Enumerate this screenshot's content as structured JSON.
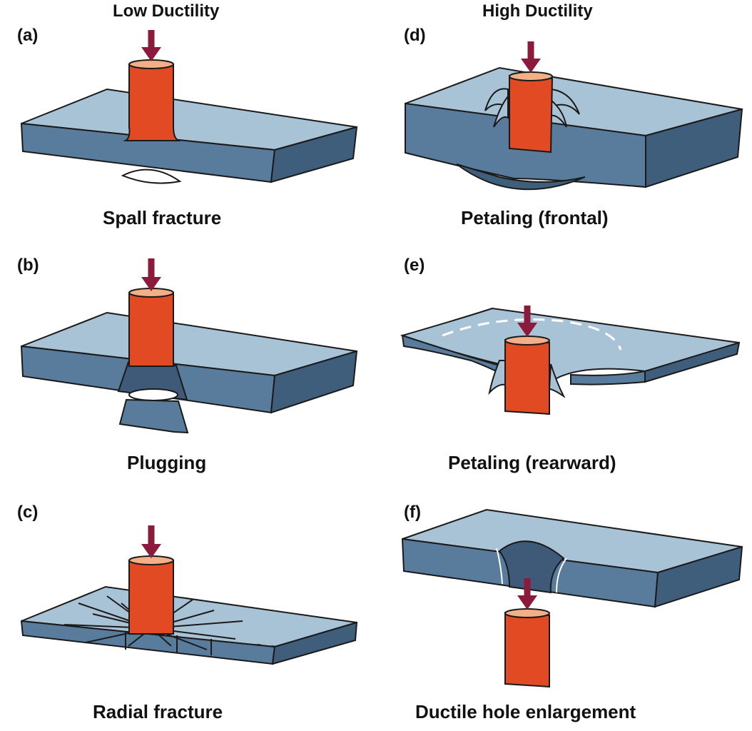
{
  "columns": {
    "left_heading": "Low Ductility",
    "right_heading": "High Ductility"
  },
  "panels": [
    {
      "label": "(a)",
      "caption": "Spall fracture"
    },
    {
      "label": "(b)",
      "caption": "Plugging"
    },
    {
      "label": "(c)",
      "caption": "Radial fracture"
    },
    {
      "label": "(d)",
      "caption": "Petaling (frontal)"
    },
    {
      "label": "(e)",
      "caption": "Petaling (rearward)"
    },
    {
      "label": "(f)",
      "caption": "Ductile hole enlargement"
    }
  ],
  "colors": {
    "plate_top": "#a9c3d6",
    "plate_front": "#5a7c9c",
    "plate_side": "#3f5e7c",
    "projectile_body": "#e14a22",
    "projectile_cap": "#f3b087",
    "arrow": "#8b1a3c",
    "outline": "#1a1a1a"
  }
}
